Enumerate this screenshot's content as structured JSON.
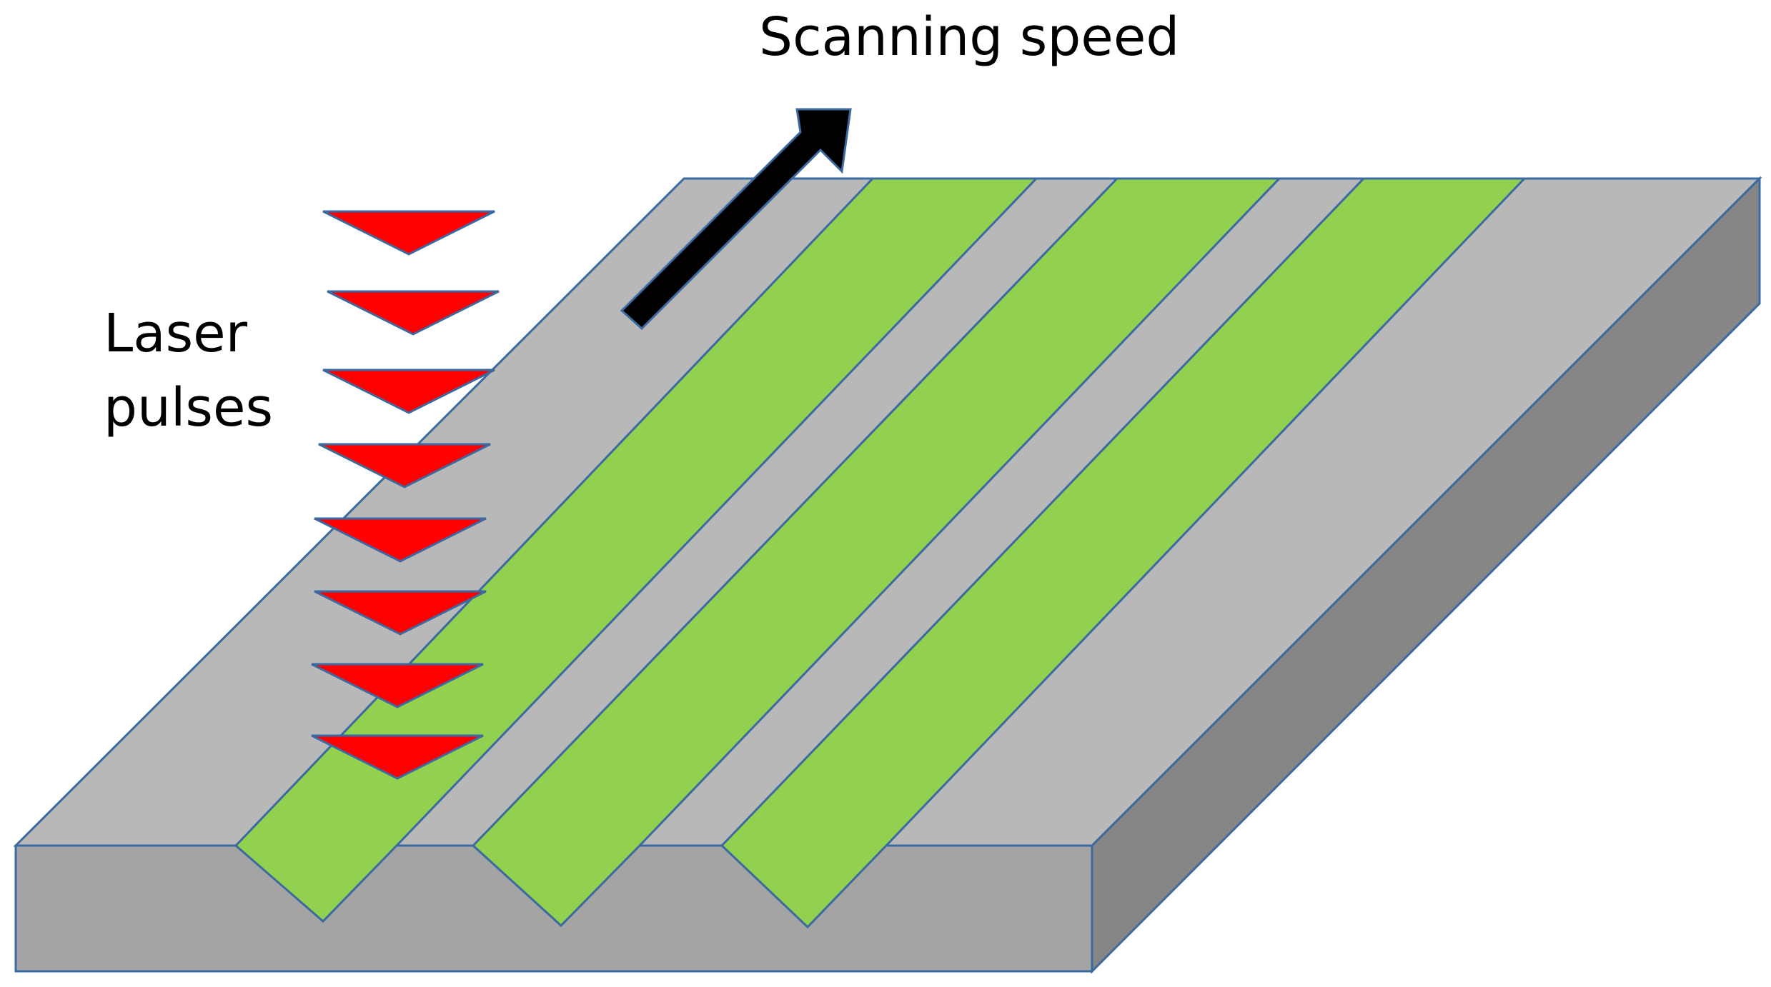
{
  "labels": {
    "scanning_speed": "Scanning speed",
    "laser_line1": "Laser",
    "laser_line2": "pulses"
  },
  "colors": {
    "substrate_top": "#b8b8b8",
    "substrate_front": "#a4a4a4",
    "substrate_side": "#868686",
    "edge_stroke": "#3a6aa0",
    "track_fill": "#92d050",
    "pulse_fill": "#ff0000",
    "arrow_fill": "#000000"
  },
  "diagram": {
    "track_count": 3,
    "pulse_count": 8
  }
}
